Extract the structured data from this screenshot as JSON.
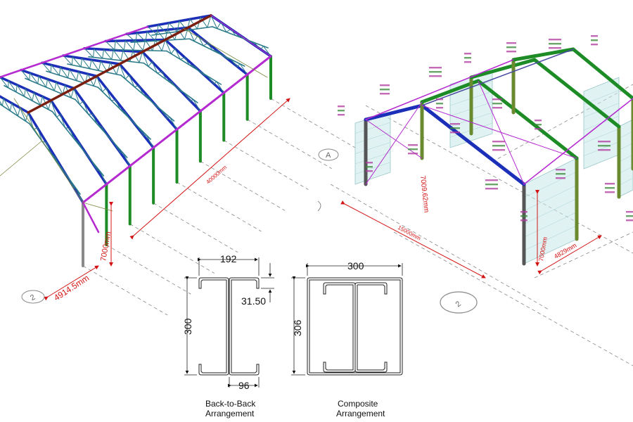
{
  "left_model": {
    "length_dim": "40000mm",
    "height_dim": "7000mm",
    "bay_dim": "4914.5mm",
    "grid_label": "2"
  },
  "right_model": {
    "span_dim": "15000mm",
    "ridge_dim": "7009.62mm",
    "height_dim": "7000mm",
    "bay_dim": "4829mm",
    "grid_a": "A",
    "grid_2": "2"
  },
  "sections": {
    "back_to_back": {
      "width": "192",
      "lip": "31.50",
      "height": "300",
      "flange": "96",
      "caption_line1": "Back-to-Back",
      "caption_line2": "Arrangement"
    },
    "composite": {
      "width": "300",
      "height": "306",
      "caption_line1": "Composite",
      "caption_line2": "Arrangement"
    }
  },
  "colors": {
    "rafter_blue": "#1c2fb8",
    "purlin_magenta": "#b42ad0",
    "column_green": "#1e8c26",
    "ridge_brown": "#7a1e10",
    "dim_red": "#d41414",
    "truss_teal": "#2a7a8a"
  }
}
